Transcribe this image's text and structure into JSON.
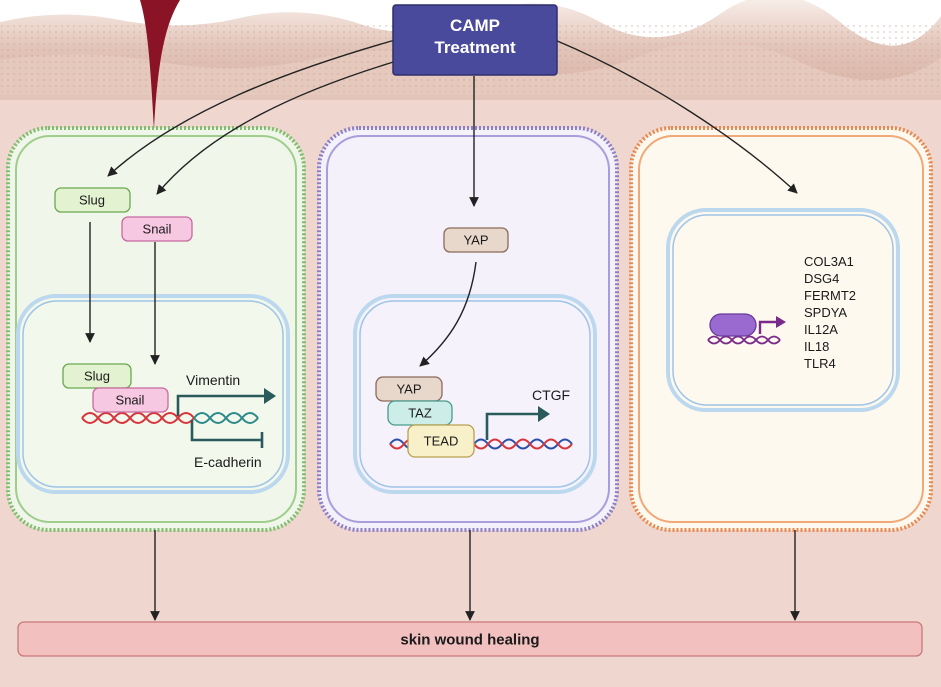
{
  "treatment": {
    "line1": "CAMP",
    "line2": "Treatment"
  },
  "panel_left": {
    "cyto_slug": "Slug",
    "cyto_snail": "Snail",
    "nuc_slug": "Slug",
    "nuc_snail": "Snail",
    "gene_up": "Vimentin",
    "gene_down": "E-cadherin"
  },
  "panel_middle": {
    "cyto_yap": "YAP",
    "nuc_yap": "YAP",
    "nuc_taz": "TAZ",
    "nuc_tead": "TEAD",
    "gene": "CTGF"
  },
  "panel_right": {
    "genes": [
      "COL3A1",
      "DSG4",
      "FERMT2",
      "SPDYA",
      "IL12A",
      "IL18",
      "TLR4"
    ]
  },
  "outcome": "skin wound healing",
  "colors": {
    "treatment_box": "#4a4a9c",
    "left_border": "#6db36d",
    "middle_border": "#8a7fc8",
    "right_border": "#e88a50",
    "slug_fill": "#e3f2d0",
    "snail_fill": "#f6c8e2",
    "yap_fill": "#e8d8cc",
    "taz_fill": "#cdeee8",
    "tead_fill": "#f8f0c8",
    "outcome_fill": "#f3c0c0",
    "dna_red": "#d8343a",
    "dna_blue": "#2b4fa8",
    "dna_teal": "#2c8a8a"
  }
}
